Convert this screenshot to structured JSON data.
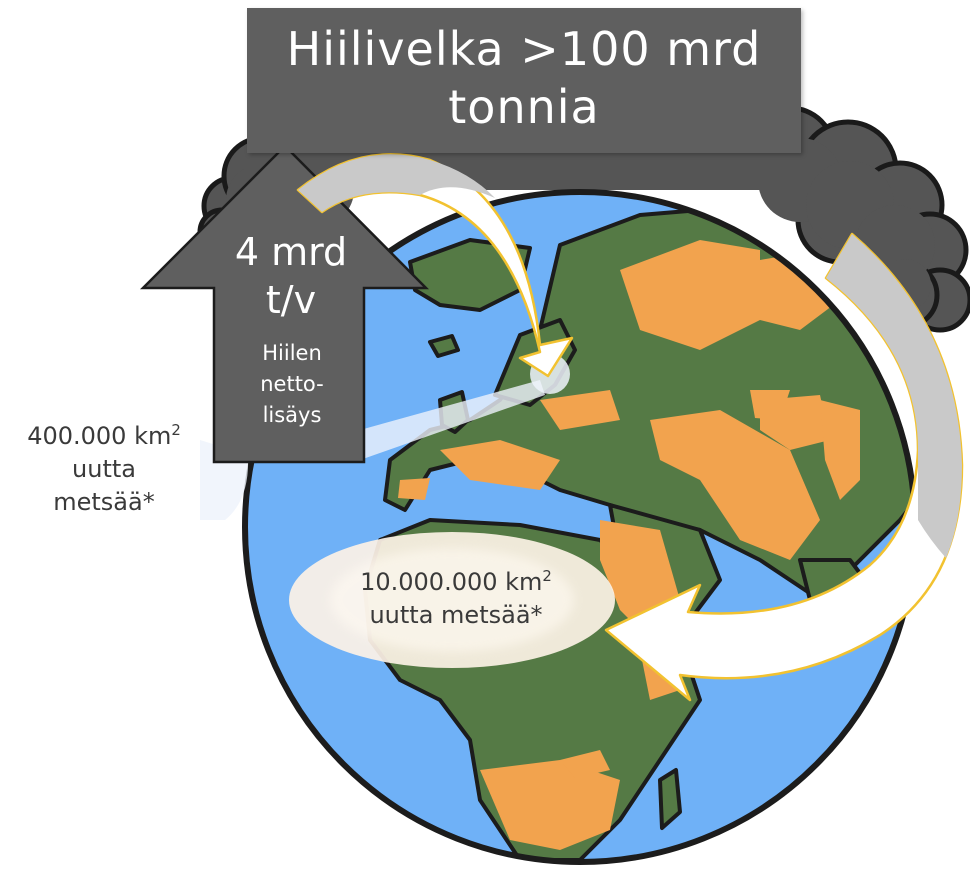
{
  "title": "Hiilivelka >100 mrd tonnia",
  "carbon_arrow": {
    "amount": "4 mrd",
    "rate": "t/v",
    "caption_lines": [
      "Hiilen",
      "netto-",
      "lisäys"
    ]
  },
  "forest_small": {
    "area": "400.000 km",
    "exponent": "2",
    "line2": "uutta",
    "line3": "metsää*"
  },
  "forest_large": {
    "area": "10.000.000 km",
    "exponent": "2",
    "line2": "uutta metsää*"
  },
  "colors": {
    "ocean": "#6fb1f7",
    "land": "#557a45",
    "desert": "#f2a34e",
    "cloud": "#555555",
    "title_box": "#5f5f5f",
    "arrow_gray": "#c9c9c9",
    "arrow_outline": "#f2c230"
  }
}
